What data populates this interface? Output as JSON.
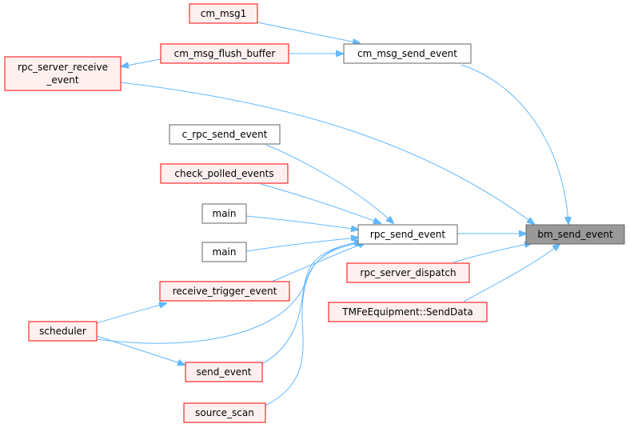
{
  "colors": {
    "edge": "#63b8ff",
    "background": "#ffffff",
    "red_border": "#ff0000",
    "red_fill": "#fff0f0",
    "gray_border": "#666666",
    "gray_fill": "#ffffff",
    "focus_border": "#666666",
    "focus_fill": "#999999"
  },
  "nodes": {
    "bm_send_event": {
      "label": "bm_send_event",
      "style": "focus"
    },
    "cm_msg_send_event": {
      "label": "cm_msg_send_event",
      "style": "gray"
    },
    "rpc_send_event": {
      "label": "rpc_send_event",
      "style": "gray"
    },
    "rpc_server_dispatch": {
      "label": "rpc_server_dispatch",
      "style": "red"
    },
    "tmfe_senddata": {
      "label": "TMFeEquipment::SendData",
      "style": "red"
    },
    "cm_msg1": {
      "label": "cm_msg1",
      "style": "red"
    },
    "cm_msg_flush_buffer": {
      "label": "cm_msg_flush_buffer",
      "style": "red"
    },
    "rpc_server_receive_event": {
      "label_line1": "rpc_server_receive",
      "label_line2": "_event",
      "style": "red"
    },
    "c_rpc_send_event": {
      "label": "c_rpc_send_event",
      "style": "gray"
    },
    "check_polled_events": {
      "label": "check_polled_events",
      "style": "red"
    },
    "main1": {
      "label": "main",
      "style": "gray"
    },
    "main2": {
      "label": "main",
      "style": "gray"
    },
    "receive_trigger_event": {
      "label": "receive_trigger_event",
      "style": "red"
    },
    "scheduler": {
      "label": "scheduler",
      "style": "red"
    },
    "send_event": {
      "label": "send_event",
      "style": "red"
    },
    "source_scan": {
      "label": "source_scan",
      "style": "red"
    }
  }
}
